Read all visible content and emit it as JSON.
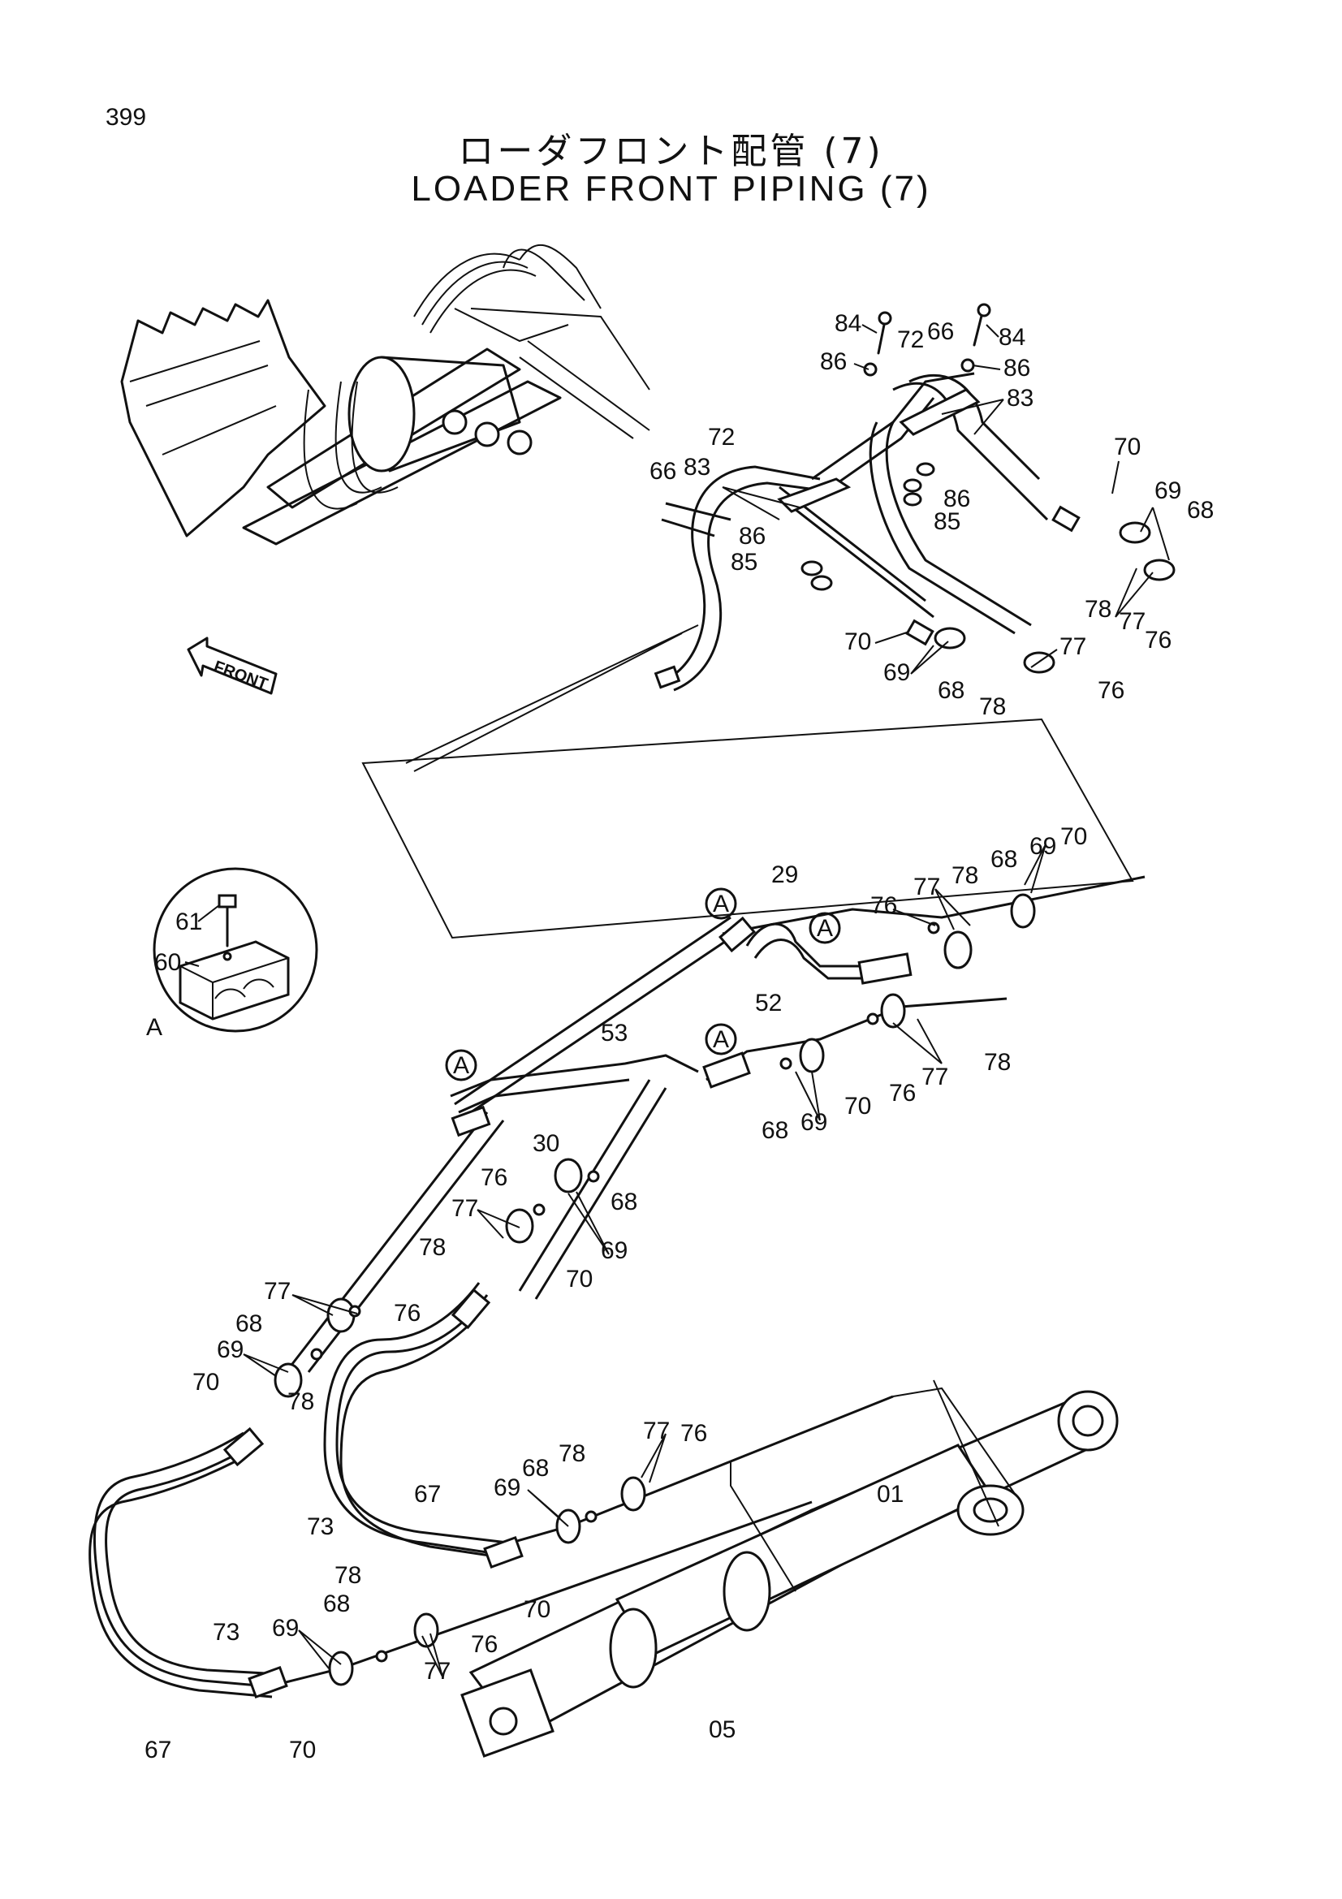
{
  "page_number": "399",
  "title_jp": "ローダフロント配管 (7)",
  "title_en": "LOADER FRONT PIPING (7)",
  "front_label": "FRONT",
  "detail_ref": "A",
  "callouts": {
    "a1": "A",
    "a2": "A",
    "a3": "A",
    "a4": "A",
    "c84a": "84",
    "c84b": "84",
    "c86a": "86",
    "c86b": "86",
    "c86c": "86",
    "c86d": "86",
    "c72a": "72",
    "c72b": "72",
    "c66a": "66",
    "c66b": "66",
    "c83a": "83",
    "c83b": "83",
    "c85a": "85",
    "c85b": "85",
    "c70a": "70",
    "c70b": "70",
    "c70c": "70",
    "c70d": "70",
    "c70e": "70",
    "c70f": "70",
    "c70g": "70",
    "c70h": "70",
    "c69a": "69",
    "c69b": "69",
    "c69c": "69",
    "c69d": "69",
    "c69e": "69",
    "c69f": "69",
    "c69g": "69",
    "c69h": "69",
    "c68a": "68",
    "c68b": "68",
    "c68c": "68",
    "c68d": "68",
    "c68e": "68",
    "c68f": "68",
    "c68g": "68",
    "c68h": "68",
    "c78a": "78",
    "c78b": "78",
    "c78c": "78",
    "c78d": "78",
    "c78e": "78",
    "c78f": "78",
    "c78g": "78",
    "c78h": "78",
    "c77a": "77",
    "c77b": "77",
    "c77c": "77",
    "c77d": "77",
    "c77e": "77",
    "c77f": "77",
    "c77g": "77",
    "c77h": "77",
    "c76a": "76",
    "c76b": "76",
    "c76c": "76",
    "c76d": "76",
    "c76e": "76",
    "c76f": "76",
    "c76g": "76",
    "c76h": "76",
    "c61": "61",
    "c60": "60",
    "c29": "29",
    "c52": "52",
    "c53": "53",
    "c30": "30",
    "c73a": "73",
    "c73b": "73",
    "c67a": "67",
    "c67b": "67",
    "c01": "01",
    "c05": "05"
  }
}
